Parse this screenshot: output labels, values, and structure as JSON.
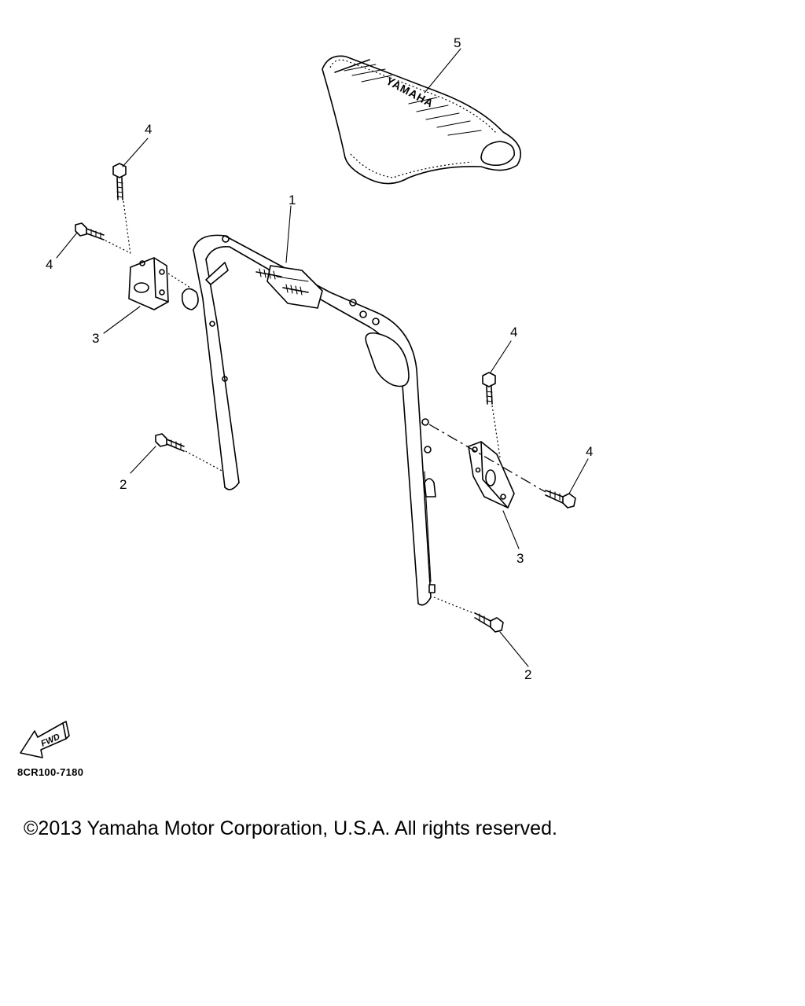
{
  "diagram": {
    "callouts": [
      {
        "id": "c1",
        "label": "1"
      },
      {
        "id": "c2a",
        "label": "2"
      },
      {
        "id": "c2b",
        "label": "2"
      },
      {
        "id": "c3a",
        "label": "3"
      },
      {
        "id": "c3b",
        "label": "3"
      },
      {
        "id": "c4a",
        "label": "4"
      },
      {
        "id": "c4b",
        "label": "4"
      },
      {
        "id": "c4c",
        "label": "4"
      },
      {
        "id": "c4d",
        "label": "4"
      },
      {
        "id": "c5",
        "label": "5"
      }
    ],
    "pad_brand_text": "YAMAHA",
    "fwd_label": "FWD",
    "diagram_code": "8CR100-7180"
  },
  "footer": {
    "copyright": "©2013 Yamaha Motor Corporation, U.S.A. All rights reserved."
  }
}
